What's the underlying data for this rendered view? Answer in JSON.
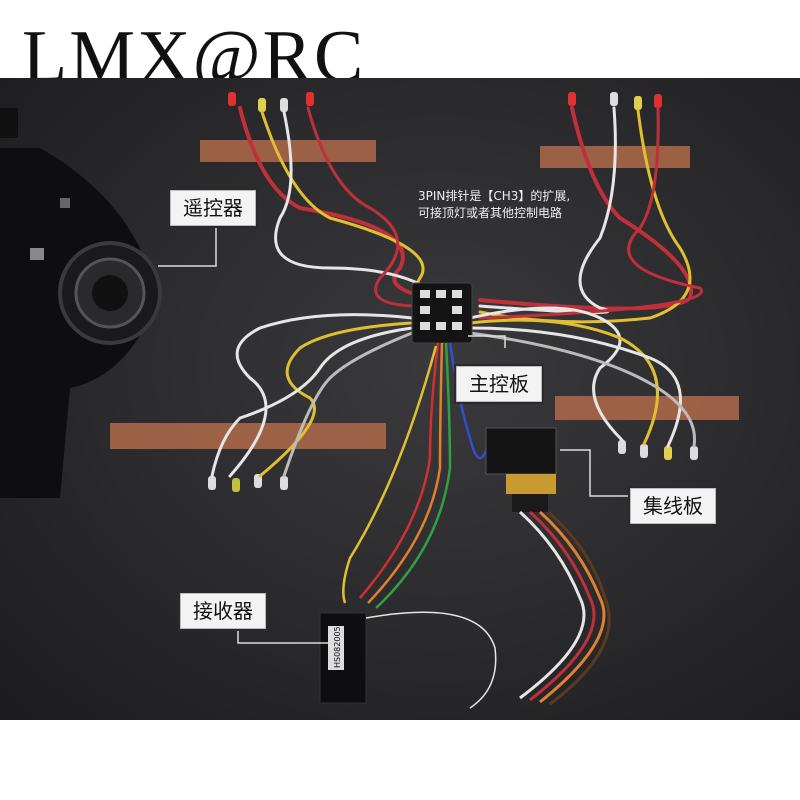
{
  "watermark": "LMX@RC",
  "labels": {
    "remote": "遥控器",
    "main_board": "主控板",
    "hub_board": "集线板",
    "receiver": "接收器"
  },
  "annotation": {
    "line1": "3PIN排针是【CH3】的扩展,",
    "line2": "可接顶灯或者其他控制电路"
  },
  "receiver_model": "HS082005",
  "colors": {
    "backdrop": "#2a2a2c",
    "tape": "#b06a4a",
    "wire_red": "#c0303a",
    "wire_white": "#e6e6e6",
    "wire_yellow": "#e0c030",
    "board": "#141414",
    "hub_gold": "#c89a30"
  }
}
